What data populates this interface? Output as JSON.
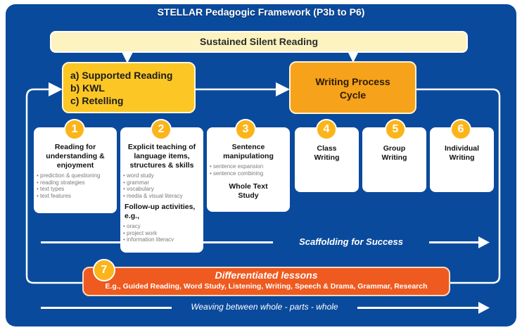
{
  "title": "STELLAR Pedagogic Framework (P3b to P6)",
  "sustained": "Sustained Silent Reading",
  "reading_box": {
    "lines": [
      "a) Supported Reading",
      "b) KWL",
      "c) Retelling"
    ]
  },
  "writing_box": {
    "line1": "Writing Process",
    "line2": "Cycle"
  },
  "cards": [
    {
      "num": "1",
      "head": "Reading for understanding & enjoyment",
      "items": [
        "prediction & questioning",
        "reading strategies",
        "text types",
        "text features"
      ]
    },
    {
      "num": "2",
      "head": "Explicit teaching of language items, structures & skills",
      "items": [
        "word study",
        "grammar",
        "vocabulary",
        "media & visual literacy"
      ],
      "follow_head": "Follow-up activities, e.g.,",
      "follow_items": [
        "oracy",
        "project work",
        "information literacy"
      ]
    },
    {
      "num": "3",
      "head": "Sentence manipulationg",
      "items": [
        "sentence expansion",
        "sentence combining"
      ],
      "sub_head": "Whole Text Study"
    },
    {
      "num": "4",
      "head": "Class Writing"
    },
    {
      "num": "5",
      "head": "Group Writing"
    },
    {
      "num": "6",
      "head": "Individual Writing"
    }
  ],
  "scaffolding": "Scaffolding for Success",
  "differentiated": {
    "num": "7",
    "title": "Differentiated lessons",
    "detail": "E.g., Guided Reading, Word Study, Listening, Writing, Speech & Drama, Grammar, Research"
  },
  "weaving": "Weaving between whole - parts - whole",
  "colors": {
    "background": "#0a4a9c",
    "yellow": "#fcc724",
    "orange": "#f7a21b",
    "red_orange": "#ee5a1f",
    "badge": "#fbb41a",
    "cream": "#fdf3c0"
  }
}
